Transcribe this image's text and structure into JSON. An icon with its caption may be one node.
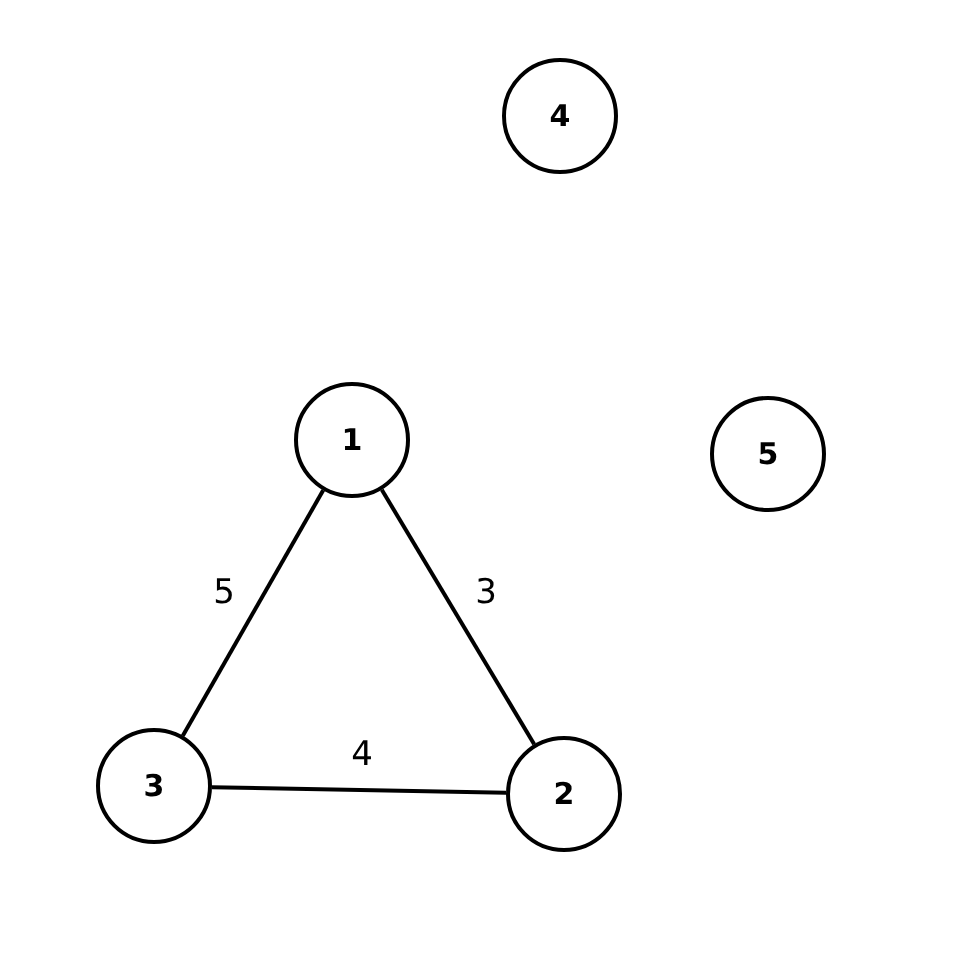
{
  "diagram": {
    "nodes": [
      {
        "text": [
          "4"
        ]
      },
      {
        "text": [
          "1"
        ]
      },
      {
        "text": [
          "5"
        ]
      },
      {
        "text": [
          "3"
        ]
      },
      {
        "text": [
          "2"
        ]
      }
    ],
    "edges": [
      {
        "from": 1,
        "to": 4,
        "arrow": "none",
        "label": "3"
      },
      {
        "from": 1,
        "to": 3,
        "arrow": "none",
        "label": "5"
      },
      {
        "from": 3,
        "to": 4,
        "arrow": "none",
        "label": "4"
      }
    ]
  }
}
